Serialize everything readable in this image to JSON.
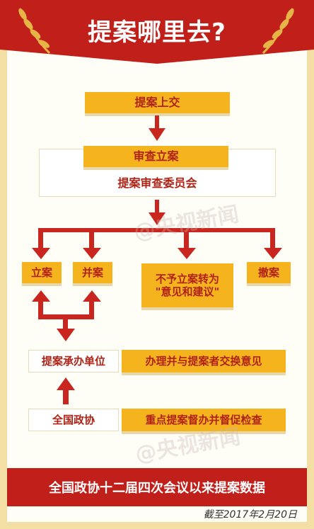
{
  "header": {
    "title": "提案哪里去?"
  },
  "flow": {
    "submit": "提案上交",
    "review": "审查立案",
    "committee": "提案审查委员会",
    "branches": {
      "file": "立案",
      "merge": "并案",
      "not_file": "不予立案转为\n\"意见和建议\"",
      "withdraw": "撤案"
    },
    "handler": "提案承办单位",
    "handler_action": "办理并与提案者交换意见",
    "cppcc": "全国政协",
    "cppcc_action": "重点提案督办并督促检查"
  },
  "footer": {
    "banner": "全国政协十二届四次会议以来提案数据",
    "date": "截至2017年2月20日"
  },
  "watermark": {
    "text": "@央视新闻"
  },
  "colors": {
    "red": "#c11f1a",
    "gold": "#f5b41d",
    "cream": "#f3dfa3"
  }
}
